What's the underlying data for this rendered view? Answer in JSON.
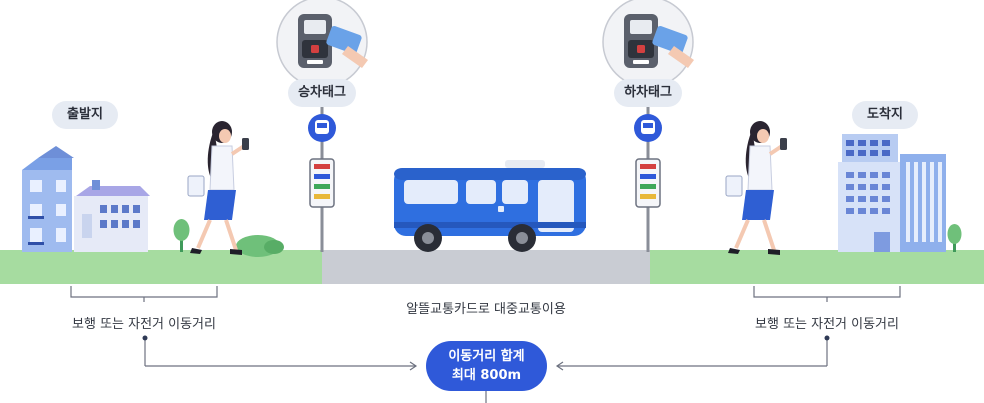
{
  "labels": {
    "departure": "출발지",
    "board_tag": "승차태그",
    "alight_tag": "하차태그",
    "arrival": "도착지"
  },
  "captions": {
    "left_segment": "보행 또는 자전거 이동거리",
    "transit_segment": "알뜰교통카드로 대중교통이용",
    "right_segment": "보행 또는 자전거 이동거리"
  },
  "total": {
    "line1": "이동거리 합계",
    "line2": "최대 800m"
  },
  "colors": {
    "grass": "#a6dca0",
    "road": "#c9ccd3",
    "bus": "#2f6fe0",
    "accent": "#2f59d9",
    "building_light": "#b8ccf2"
  }
}
